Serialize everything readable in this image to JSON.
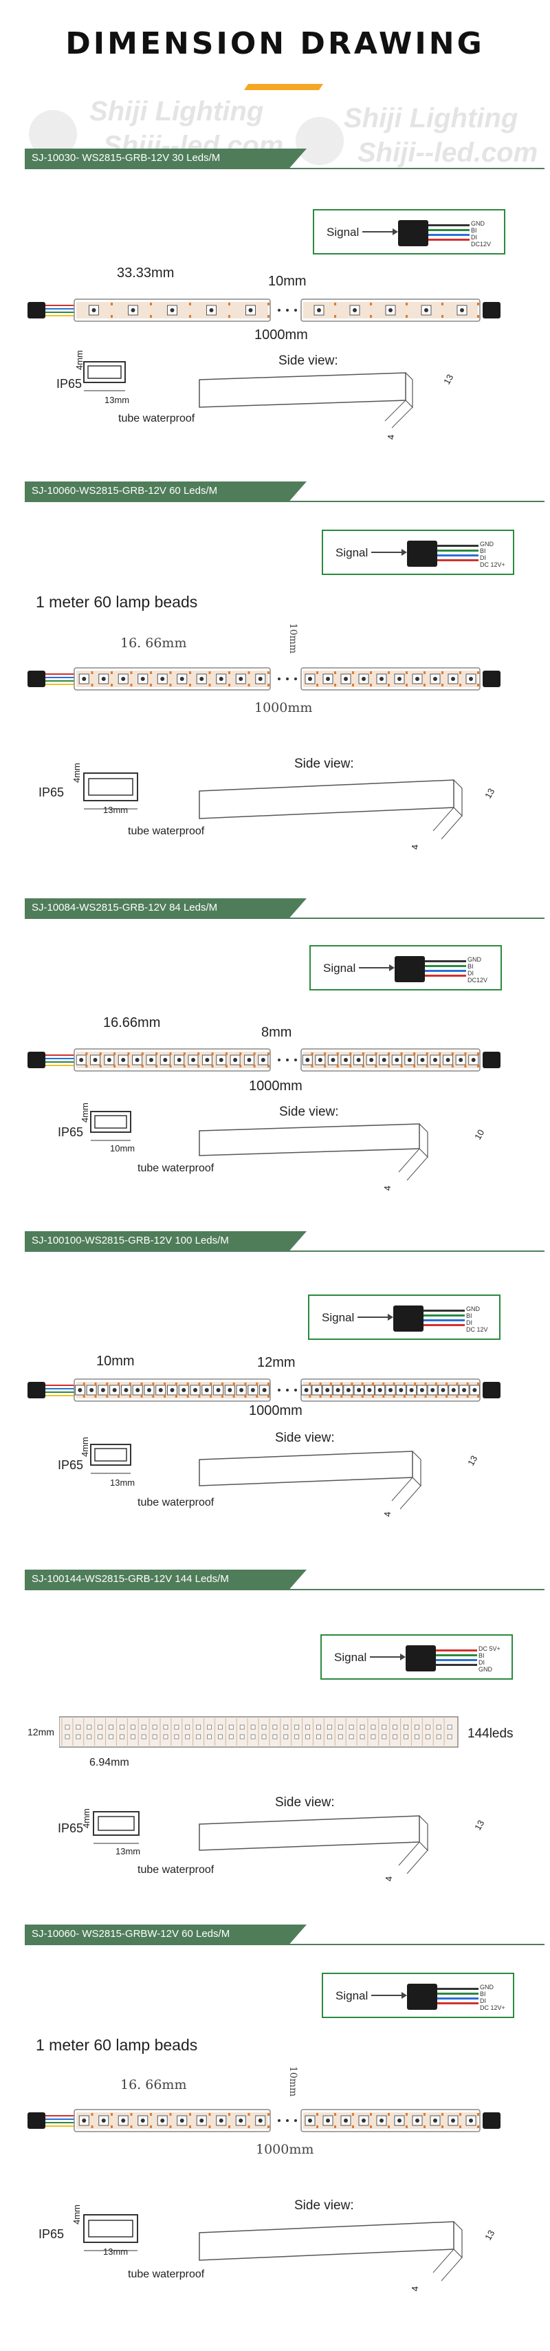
{
  "page_title": "DIMENSION DRAWING",
  "accent_color": "#f5a623",
  "header_color": "#4f7d5a",
  "signal_border_color": "#2a8a3e",
  "watermark": {
    "line1": "Shiji Lighting",
    "line2": "Shiji--led.com"
  },
  "sections": [
    {
      "title": "SJ-10030- WS2815-GRB-12V 30 Leds/M",
      "signal": {
        "label": "Signal",
        "pins": [
          "GND",
          "BI",
          "DI",
          "DC12V"
        ]
      },
      "beads_text": "",
      "pitch": "33.33mm",
      "gap": "10mm",
      "length": "1000mm",
      "ip": "IP65",
      "tube_height": "4mm",
      "tube_width": "13mm",
      "tube_caption": "tube  waterproof",
      "side_view": "Side view:",
      "side_w": "13",
      "side_h": "4"
    },
    {
      "title": "SJ-10060-WS2815-GRB-12V 60 Leds/M",
      "signal": {
        "label": "Signal",
        "pins": [
          "GND",
          "BI",
          "DI",
          "DC 12V+"
        ]
      },
      "beads_text": "1 meter 60 lamp beads",
      "pitch": "16. 66mm",
      "gap": "10mm",
      "length": "1000mm",
      "ip": "IP65",
      "tube_height": "4mm",
      "tube_width": "13mm",
      "tube_caption": "tube  waterproof",
      "side_view": "Side view:",
      "side_w": "13",
      "side_h": "4"
    },
    {
      "title": "SJ-10084-WS2815-GRB-12V 84 Leds/M",
      "signal": {
        "label": "Signal",
        "pins": [
          "GND",
          "BI",
          "DI",
          "DC12V"
        ]
      },
      "beads_text": "",
      "pitch": "16.66mm",
      "gap": "8mm",
      "length": "1000mm",
      "ip": "IP65",
      "tube_height": "4mm",
      "tube_width": "10mm",
      "tube_caption": "tube  waterproof",
      "side_view": "Side view:",
      "side_w": "10",
      "side_h": "4"
    },
    {
      "title": "SJ-100100-WS2815-GRB-12V 100 Leds/M",
      "signal": {
        "label": "Signal",
        "pins": [
          "GND",
          "BI",
          "DI",
          "DC 12V"
        ]
      },
      "beads_text": "",
      "pitch": "10mm",
      "gap": "12mm",
      "length": "1000mm",
      "ip": "IP65",
      "tube_height": "4mm",
      "tube_width": "13mm",
      "tube_caption": "tube  waterproof",
      "side_view": "Side view:",
      "side_w": "13",
      "side_h": "4"
    },
    {
      "title": "SJ-100144-WS2815-GRB-12V 144 Leds/M",
      "signal": {
        "label": "Signal",
        "pins": [
          "DC 5V+",
          "BI",
          "DI",
          "GND"
        ]
      },
      "beads_text": "",
      "pitch": "6.94mm",
      "width_label": "12mm",
      "count_label": "144leds",
      "ip": "IP65",
      "tube_height": "4mm",
      "tube_width": "13mm",
      "tube_caption": "tube  waterproof",
      "side_view": "Side view:",
      "side_w": "13",
      "side_h": "4"
    },
    {
      "title": "SJ-10060- WS2815-GRBW-12V 60 Leds/M",
      "signal": {
        "label": "Signal",
        "pins": [
          "GND",
          "BI",
          "DI",
          "DC 12V+"
        ]
      },
      "beads_text": "1 meter 60 lamp beads",
      "pitch": "16. 66mm",
      "gap": "10mm",
      "length": "1000mm",
      "ip": "IP65",
      "tube_height": "4mm",
      "tube_width": "13mm",
      "tube_caption": "tube  waterproof",
      "side_view": "Side view:",
      "side_w": "13",
      "side_h": "4"
    }
  ]
}
